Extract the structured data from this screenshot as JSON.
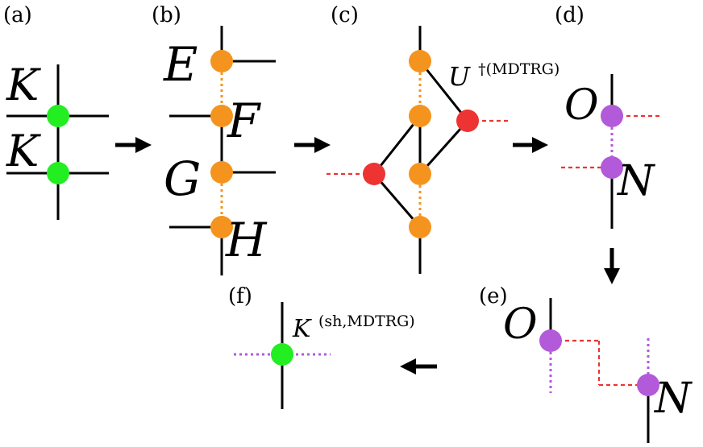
{
  "panels": {
    "a": "(a)",
    "b": "(b)",
    "c": "(c)",
    "d": "(d)",
    "e": "(e)",
    "f": "(f)"
  },
  "labels": {
    "K_top": "K",
    "K_bottom": "K",
    "E": "E",
    "F": "F",
    "G": "G",
    "H": "H",
    "U_base": "U",
    "U_sup": "†(MDTRG)",
    "O_d": "O",
    "N_d": "N",
    "O_e": "O",
    "N_e": "N",
    "K_f_base": "K",
    "K_f_sup": "(sh,MDTRG)"
  },
  "colors": {
    "green": "#22ee22",
    "orange": "#f4941e",
    "red": "#ee3333",
    "purple": "#b25ad9",
    "black": "#000000"
  }
}
